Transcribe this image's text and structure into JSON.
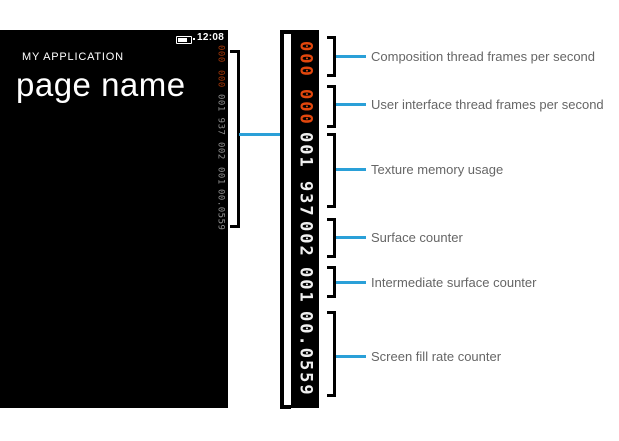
{
  "colors": {
    "accent_blue": "#2aa0d8",
    "counter_red": "#e2470d",
    "counter_white": "#f0f0f0",
    "edge_red": "#a33708",
    "edge_gray": "#8f8f8f",
    "label_gray": "#666666",
    "phone_bg": "#000000"
  },
  "phone": {
    "status": {
      "time": "12:08",
      "battery_icon": "battery-icon"
    },
    "app_title": "MY APPLICATION",
    "page_title": "page name"
  },
  "counters": [
    {
      "id": "composition-fps",
      "value": "000",
      "color": "#e2470d",
      "edge_color": "#a33708",
      "label": "Composition thread frames per second"
    },
    {
      "id": "ui-fps",
      "value": "000",
      "color": "#e2470d",
      "edge_color": "#a33708",
      "label": "User interface thread frames per second"
    },
    {
      "id": "texture-memory",
      "value": "001 937",
      "color": "#f0f0f0",
      "edge_color": "#8f8f8f",
      "label": "Texture memory usage"
    },
    {
      "id": "surface-counter",
      "value": "002",
      "color": "#f0f0f0",
      "edge_color": "#8f8f8f",
      "label": "Surface counter"
    },
    {
      "id": "intermediate-surface",
      "value": "001",
      "color": "#f0f0f0",
      "edge_color": "#8f8f8f",
      "label": "Intermediate surface counter"
    },
    {
      "id": "screen-fill-rate",
      "value": "00.0559",
      "color": "#f0f0f0",
      "edge_color": "#8f8f8f",
      "label": "Screen fill rate counter"
    }
  ]
}
